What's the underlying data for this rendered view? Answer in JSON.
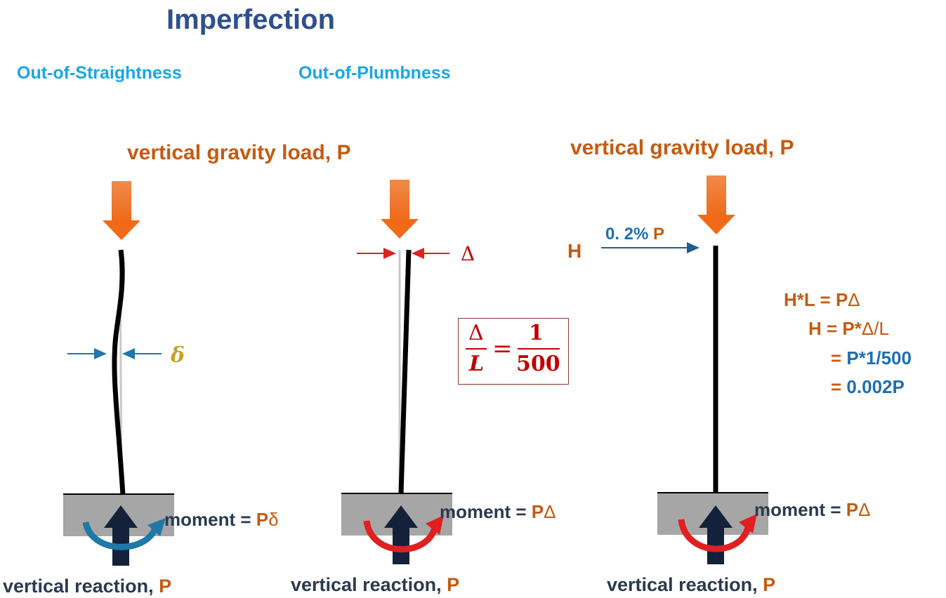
{
  "title": "Imperfection",
  "subtitles": {
    "left": "Out-of-Straightness",
    "right": "Out-of-Plumbness"
  },
  "load_labels": {
    "left": {
      "text": "vertical gravity load, ",
      "p": "P"
    },
    "right": {
      "text": "vertical gravity load, ",
      "p": "P"
    }
  },
  "reaction_labels": {
    "a": {
      "text": "vertical reaction, ",
      "p": "P"
    },
    "b": {
      "text": "vertical reaction, ",
      "p": "P"
    },
    "c": {
      "text": "vertical reaction, ",
      "p": "P"
    }
  },
  "moments": {
    "a": {
      "label": "moment",
      "eq": " = ",
      "p": "P",
      "sym": "δ"
    },
    "b": {
      "label": "moment",
      "eq": " = ",
      "p": "P",
      "sym": "Δ"
    },
    "c": {
      "label": "moment",
      "eq": " = ",
      "p": "P",
      "sym": "Δ"
    }
  },
  "column_a": {
    "offset_symbol": "δ"
  },
  "column_b": {
    "offset_symbol": "Δ",
    "fraction": {
      "num_left": "Δ",
      "den_left": "L",
      "equals": "=",
      "num_right": "1",
      "den_right": "500"
    }
  },
  "column_c": {
    "h_label": "H",
    "h_value": {
      "number": "0. 2% ",
      "p": "P"
    },
    "equations": [
      {
        "lhs": "H*L",
        "eq": " = ",
        "rhs_b": "P",
        "rhs_g": "Δ",
        "rhs_tail": ""
      },
      {
        "lhs": "H",
        "eq": " = ",
        "rhs_b": "P*",
        "rhs_g": "Δ/L",
        "rhs_tail": ""
      },
      {
        "lhs": "",
        "eq": "= ",
        "rhs_b": "P*1/500",
        "rhs_g": "",
        "rhs_tail": ""
      },
      {
        "lhs": "",
        "eq": "= ",
        "rhs_b": "",
        "rhs_g": "",
        "rhs_tail": "0.002P"
      }
    ]
  },
  "colors": {
    "load_arrow": "#f07a2c",
    "column": "#000000",
    "base": "#a6a6a6",
    "reaction_arrow": "#14213a",
    "moment_arrow_a": "#1f78a8",
    "moment_arrow_bc": "#e02020",
    "dimension_arrow_a": "#1f78a8",
    "dimension_arrow_b": "#e02020"
  }
}
